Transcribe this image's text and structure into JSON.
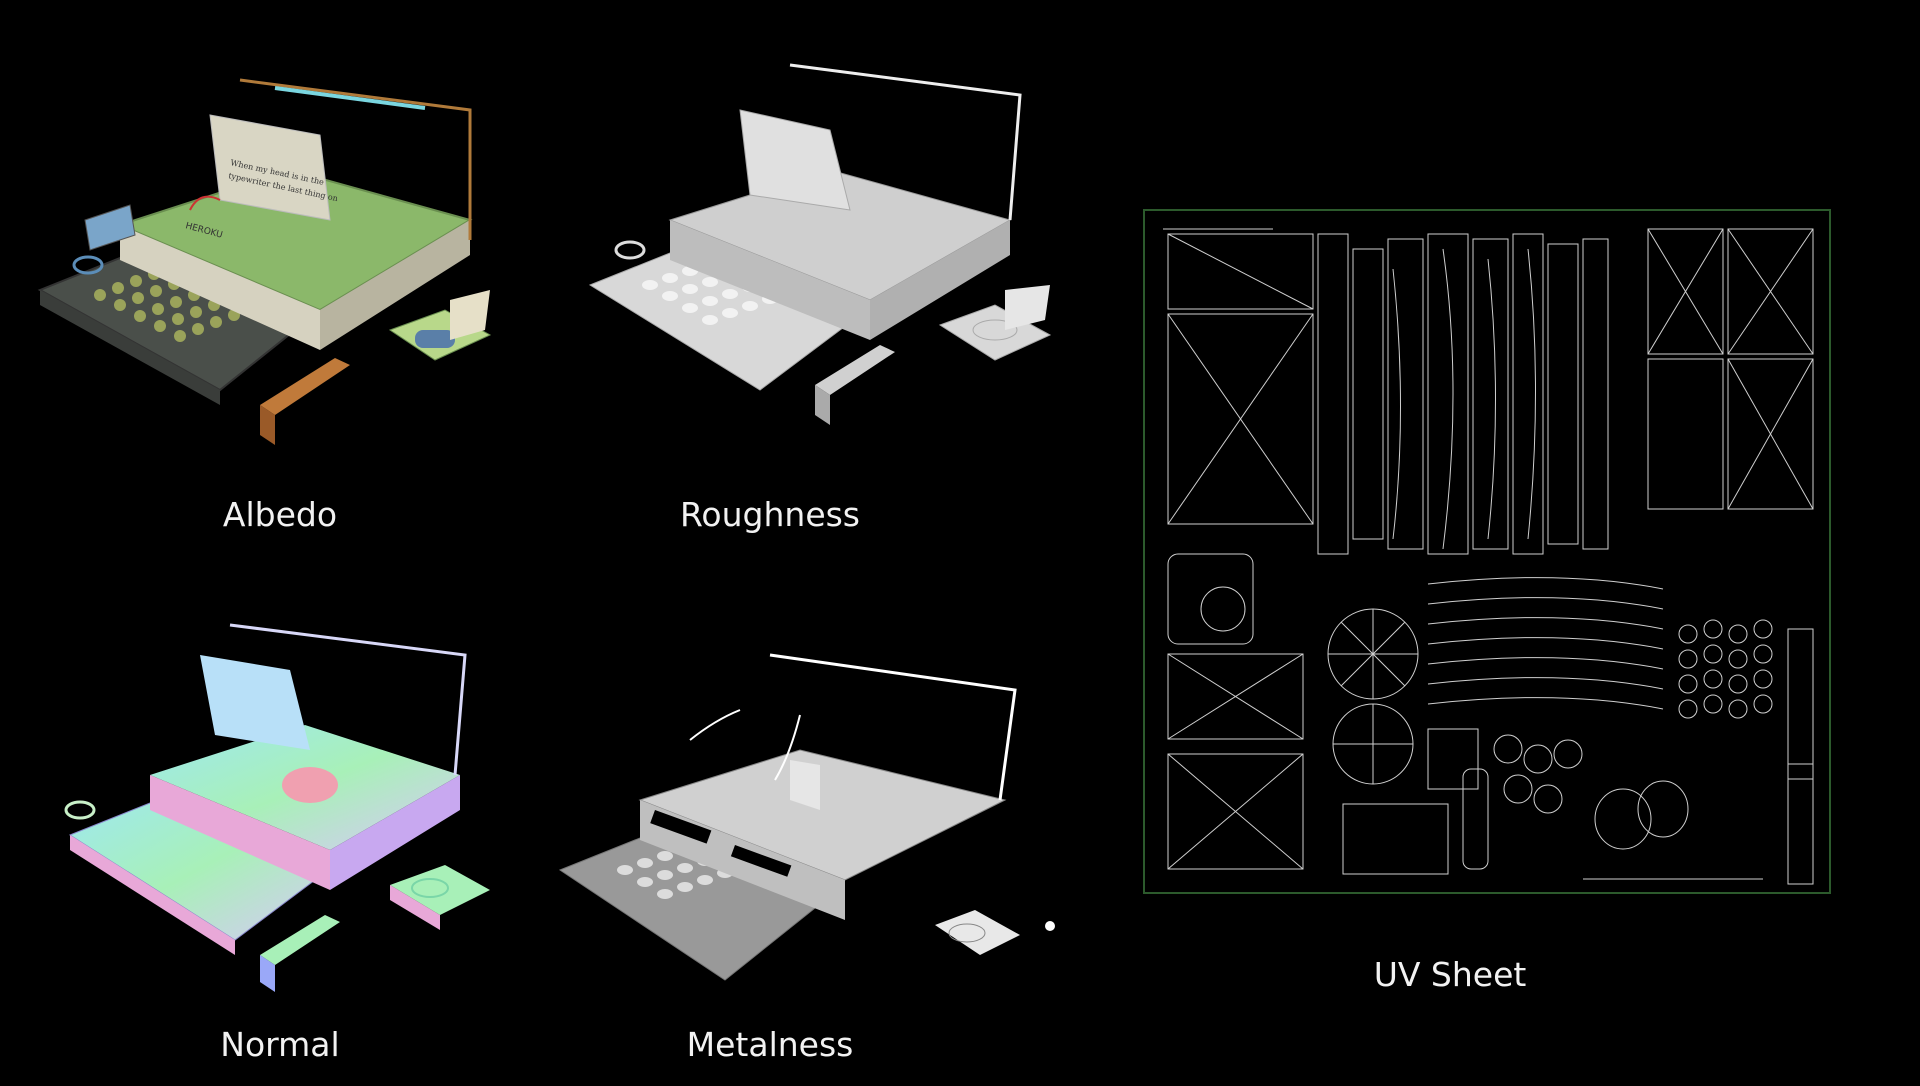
{
  "labels": {
    "albedo": "Albedo",
    "roughness": "Roughness",
    "normal": "Normal",
    "metalness": "Metalness",
    "uv_sheet": "UV Sheet"
  },
  "albedo_paper_text": "\"When my head is in the typewriter the last thing on my mind is writer imagination...\" — Dan DeLillo",
  "albedo_brand": "HEROKU",
  "colors": {
    "background": "#000000",
    "albedo_body": "#8bb86a",
    "albedo_base": "#4a4f4a",
    "albedo_keys": "#9aa35a",
    "albedo_paper": "#d9d6c4",
    "roughness": "#d8d8d8",
    "metalness_body": "#bfbfbf",
    "normal_top": "#a8f0b8",
    "normal_side": "#e8a8d8",
    "uv_frame": "#2c5a2c",
    "uv_lines": "#cfcfcf"
  }
}
